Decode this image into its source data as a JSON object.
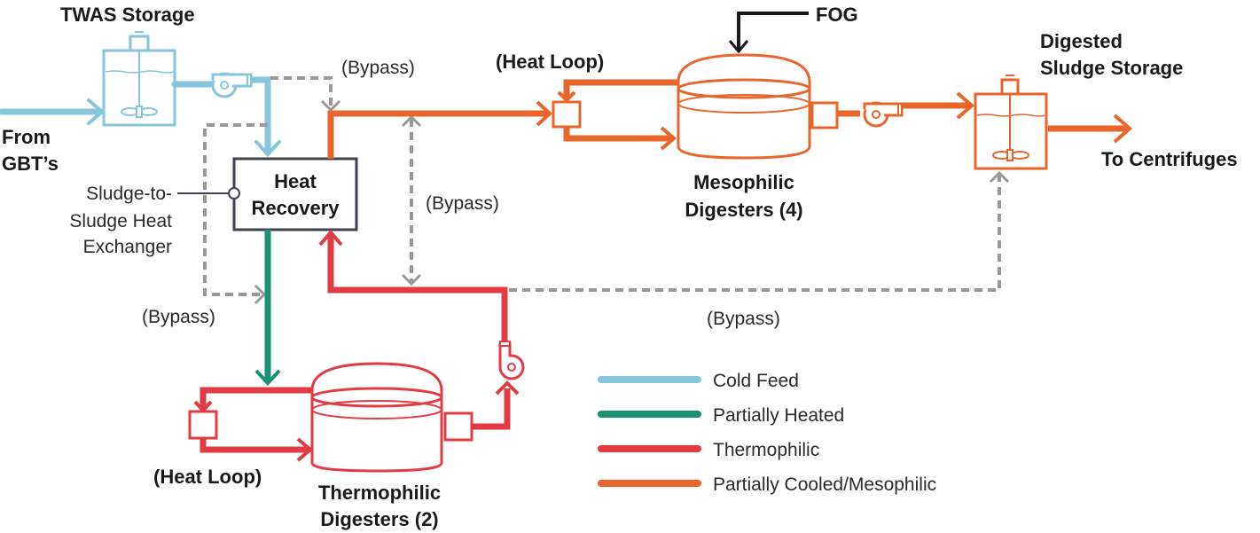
{
  "colors": {
    "cold_feed": "#86c5db",
    "partially_heated": "#1a9172",
    "thermophilic": "#e23b44",
    "mesophilic": "#e8652b",
    "bypass": "#9a9894",
    "heat_recovery_box": "#3d4150"
  },
  "labels": {
    "twas_storage": "TWAS Storage",
    "from_gbts_1": "From",
    "from_gbts_2": "GBT’s",
    "heat_recovery_1": "Heat",
    "heat_recovery_2": "Recovery",
    "hx_1": "Sludge-to-",
    "hx_2": "Sludge Heat",
    "hx_3": "Exchanger",
    "bypass_top": "(Bypass)",
    "bypass_mid": "(Bypass)",
    "bypass_left": "(Bypass)",
    "bypass_bottom": "(Bypass)",
    "heat_loop_top": "(Heat Loop)",
    "heat_loop_bottom": "(Heat Loop)",
    "fog": "FOG",
    "meso_1": "Mesophilic",
    "meso_2": "Digesters (4)",
    "thermo_1": "Thermophilic",
    "thermo_2": "Digesters (2)",
    "dss_1": "Digested",
    "dss_2": "Sludge Storage",
    "to_centrifuges": "To Centrifuges"
  },
  "legend": [
    {
      "label": "Cold Feed",
      "color": "#86c5db"
    },
    {
      "label": "Partially Heated",
      "color": "#1a9172"
    },
    {
      "label": "Thermophilic",
      "color": "#e23b44"
    },
    {
      "label": "Partially Cooled/Mesophilic",
      "color": "#e8652b"
    }
  ]
}
